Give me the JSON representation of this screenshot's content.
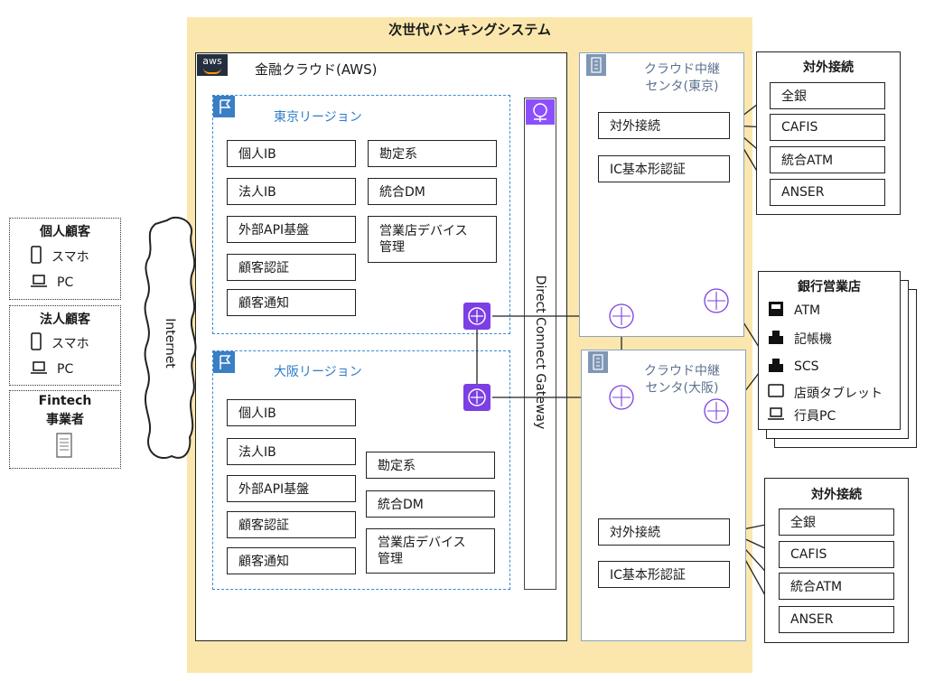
{
  "title": "次世代バンキングシステム",
  "aws": {
    "logo": "aws",
    "title": "金融クラウド(AWS)",
    "tokyo": {
      "label": "東京リージョン",
      "left": [
        "個人IB",
        "法人IB",
        "外部API基盤",
        "顧客認証",
        "顧客通知"
      ],
      "right": [
        "勘定系",
        "統合DM",
        "営業店デバイス",
        "管理"
      ]
    },
    "osaka": {
      "label": "大阪リージョン",
      "left": [
        "個人IB",
        "法人IB",
        "外部API基盤",
        "顧客認証",
        "顧客通知"
      ],
      "right": [
        "勘定系",
        "統合DM",
        "営業店デバイス",
        "管理"
      ]
    },
    "dcg": "Direct Connect Gateway"
  },
  "centers": {
    "tokyo": {
      "label1": "クラウド中継",
      "label2": "センタ(東京)",
      "ext": "対外接続",
      "ic": "IC基本形認証"
    },
    "osaka": {
      "label1": "クラウド中継",
      "label2": "センタ(大阪)",
      "ext": "対外接続",
      "ic": "IC基本形認証"
    }
  },
  "external_top": {
    "title": "対外接続",
    "items": [
      "全銀",
      "CAFIS",
      "統合ATM",
      "ANSER"
    ]
  },
  "external_bottom": {
    "title": "対外接続",
    "items": [
      "全銀",
      "CAFIS",
      "統合ATM",
      "ANSER"
    ]
  },
  "bank_branch": {
    "title": "銀行営業店",
    "items": [
      "ATM",
      "記帳機",
      "SCS",
      "店頭タブレット",
      "行員PC"
    ]
  },
  "customers": {
    "individual": {
      "title": "個人顧客",
      "items": [
        "スマホ",
        "PC"
      ]
    },
    "corporate": {
      "title": "法人顧客",
      "items": [
        "スマホ",
        "PC"
      ]
    },
    "fintech": {
      "title1": "Fintech",
      "title2": "事業者"
    }
  },
  "internet": "Internet",
  "colors": {
    "yellow": "#fbe7ad",
    "router": "#7b3fe4",
    "region_border": "#3a8ad0",
    "center_border": "#8aa2c2"
  }
}
